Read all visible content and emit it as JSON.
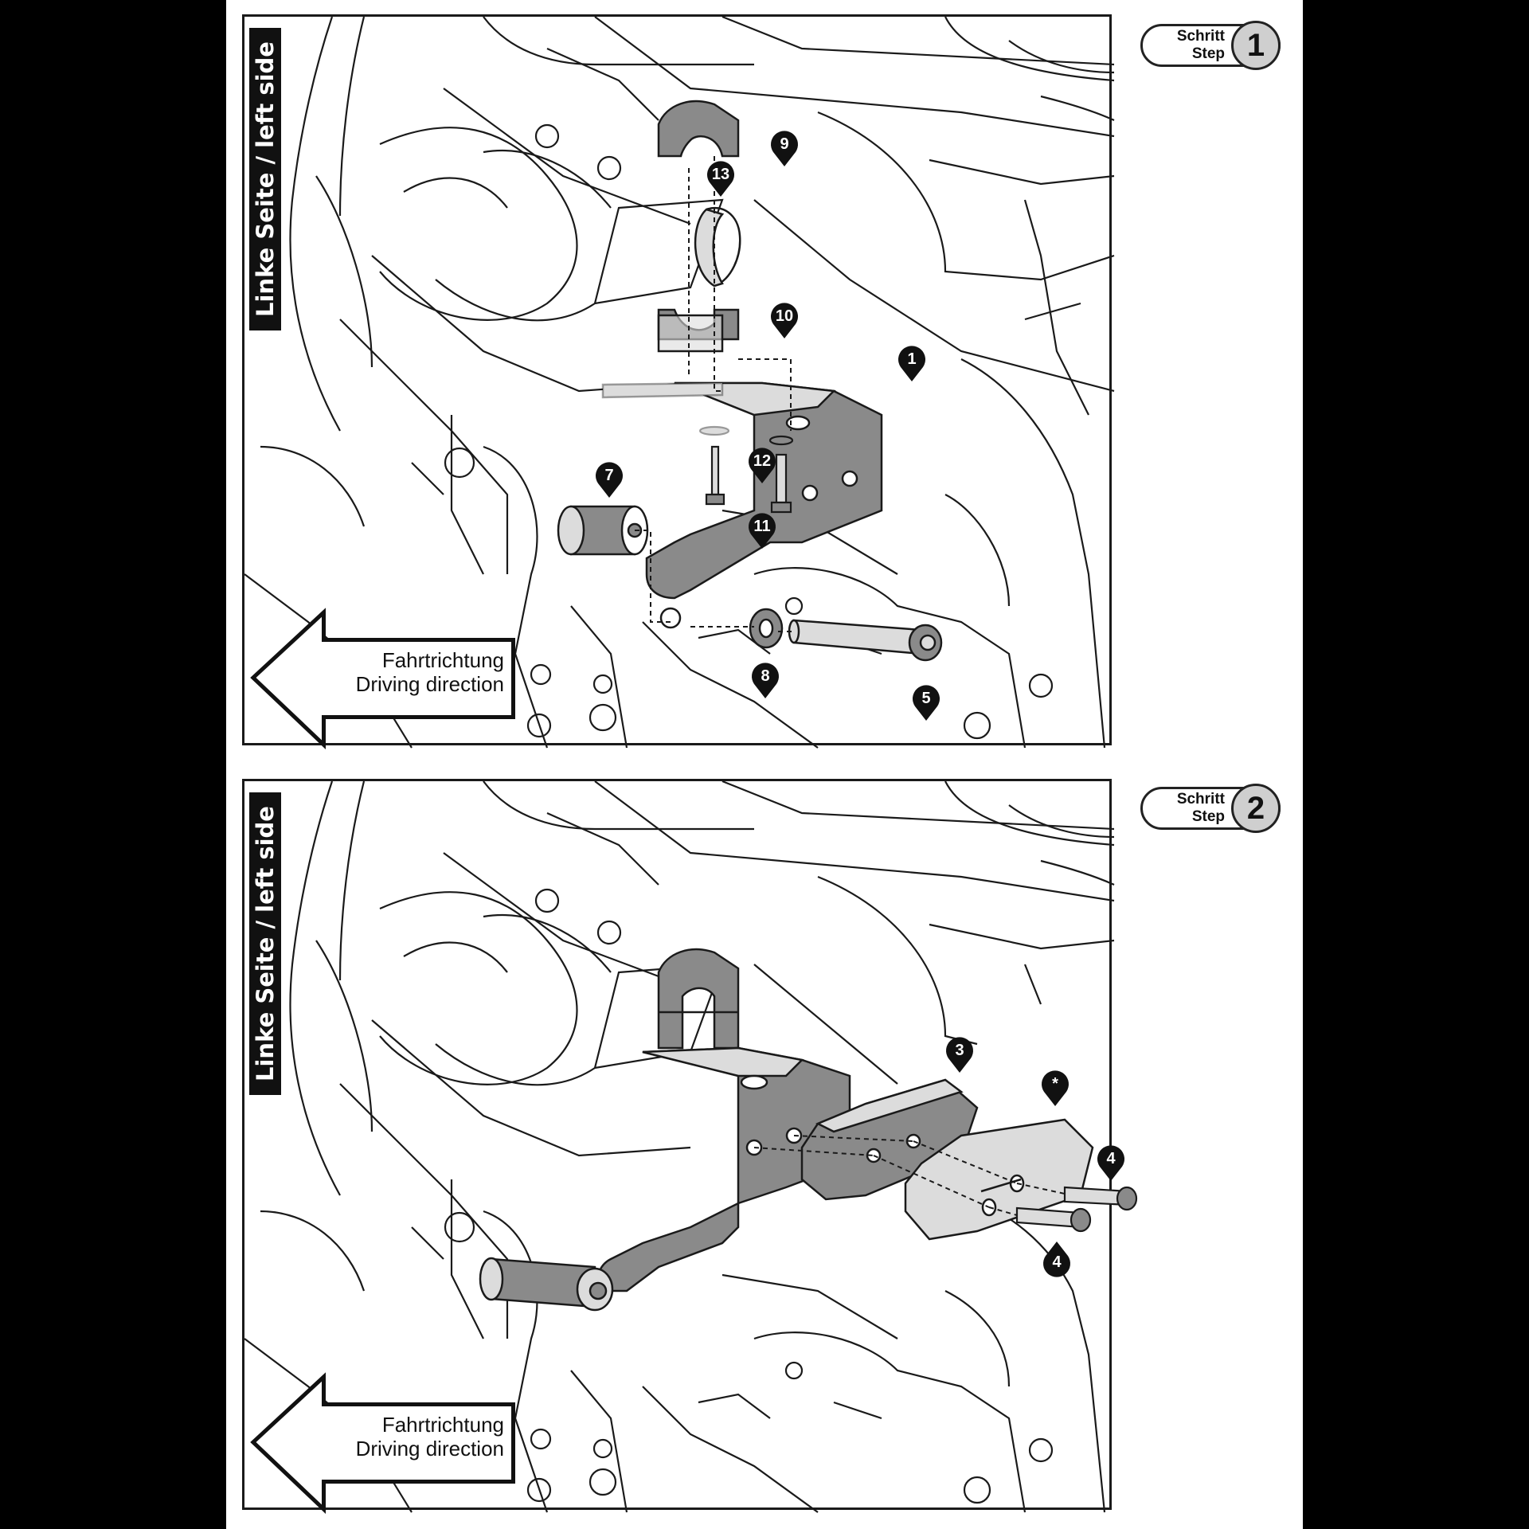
{
  "steps": [
    {
      "side_label": "Linke Seite / left side",
      "direction_de": "Fahrtrichtung",
      "direction_en": "Driving direction",
      "badge_text_de": "Schritt",
      "badge_text_en": "Step",
      "badge_number": "1",
      "callouts": [
        "9",
        "13",
        "10",
        "1",
        "12",
        "11",
        "7",
        "8",
        "5"
      ]
    },
    {
      "side_label": "Linke Seite / left side",
      "direction_de": "Fahrtrichtung",
      "direction_en": "Driving direction",
      "badge_text_de": "Schritt",
      "badge_text_en": "Step",
      "badge_number": "2",
      "callouts": [
        "3",
        "*",
        "4",
        "4"
      ]
    }
  ],
  "colors": {
    "line": "#1a1a1a",
    "part_dark": "#8a8a8a",
    "part_light": "#dcdcdc",
    "badge_circle": "#cfcfcf"
  }
}
